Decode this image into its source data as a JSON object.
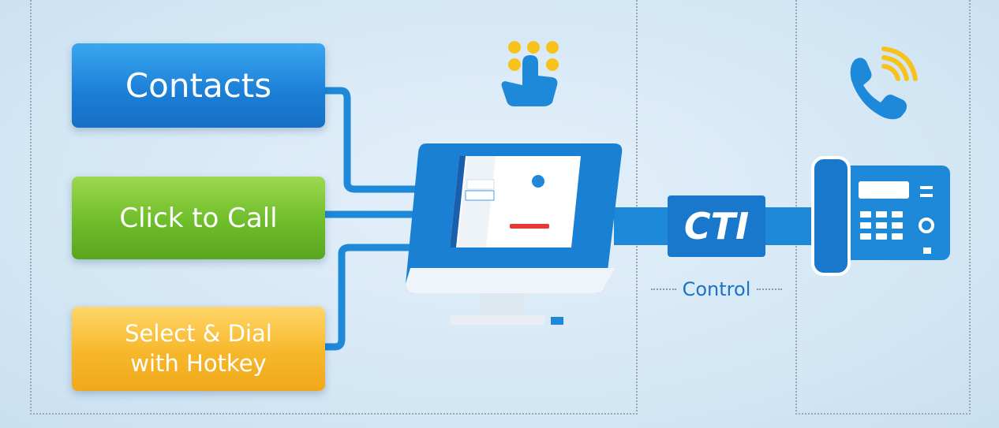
{
  "buttons": {
    "contacts": "Contacts",
    "click_to_call": "Click to Call",
    "select_dial": "Select & Dial\nwith Hotkey"
  },
  "link": {
    "cti": "CTI",
    "control": "Control"
  },
  "icons": {
    "dialpad_touch": "dialpad-touch-icon",
    "phone_ringing": "phone-ringing-icon",
    "computer": "computer-monitor-icon",
    "desk_phone": "desk-phone-icon"
  },
  "colors": {
    "contacts": "#1a7ed6",
    "click_to_call": "#6ebd2a",
    "select_dial": "#f7b72a",
    "connector": "#1e88d9",
    "accent_yellow": "#f7c21a",
    "text_blue": "#1a73c9"
  }
}
